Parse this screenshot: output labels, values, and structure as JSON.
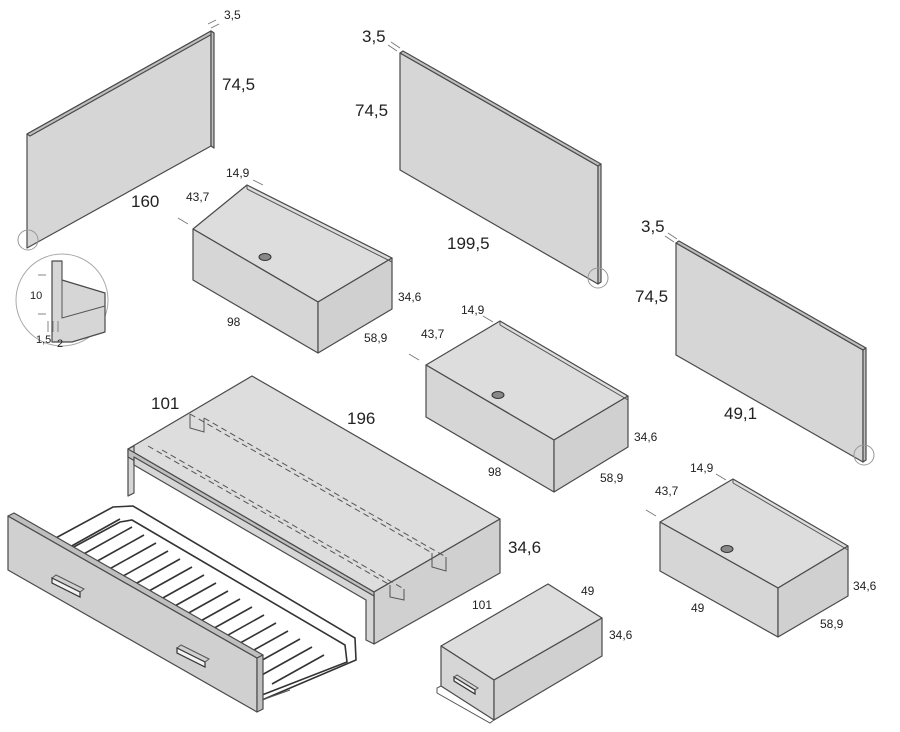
{
  "labels": {
    "panel1": {
      "thickness": "3,5",
      "height": "74,5",
      "length": "160"
    },
    "panel2": {
      "thickness": "3,5",
      "height": "74,5",
      "length": "199,5"
    },
    "panel3": {
      "thickness": "3,5",
      "height": "74,5",
      "length": "49,1"
    },
    "detail": {
      "height": "10",
      "offset_a": "1,5",
      "offset_b": "2"
    },
    "drawer1": {
      "top": "14,9",
      "depth": "43,7",
      "width": "98",
      "height": "34,6",
      "side": "58,9"
    },
    "drawer2": {
      "top": "14,9",
      "depth": "43,7",
      "width": "98",
      "height": "34,6",
      "side": "58,9"
    },
    "drawer3": {
      "top": "14,9",
      "depth": "43,7",
      "width": "49",
      "height": "34,6",
      "side": "58,9"
    },
    "bed": {
      "width": "101",
      "length": "196",
      "height": "34,6"
    },
    "small_drawer": {
      "width": "101",
      "depth": "49",
      "height": "34,6"
    }
  }
}
